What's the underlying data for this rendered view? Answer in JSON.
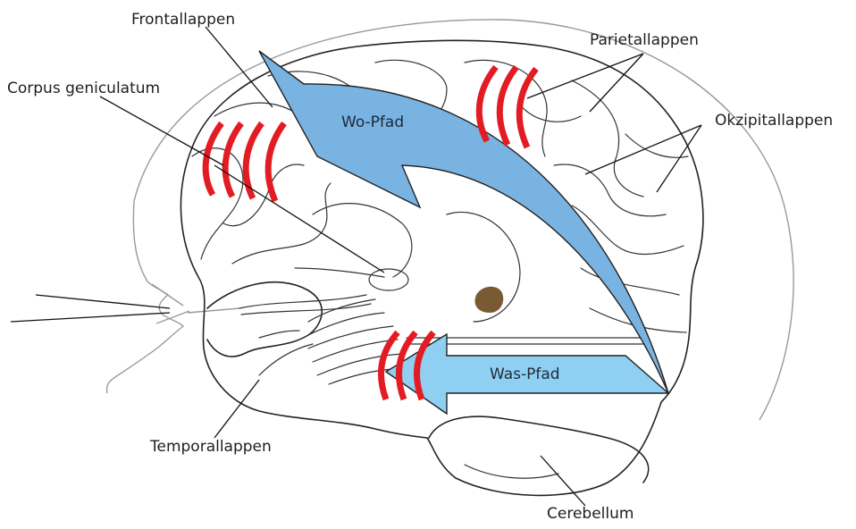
{
  "labels": {
    "frontal": "Frontallappen",
    "corpus": "Corpus geniculatum",
    "parietal": "Parietallappen",
    "okzipital": "Okzipitallappen",
    "temporal": "Temporallappen",
    "cerebellum": "Cerebellum"
  },
  "pathways": {
    "dorsal": "Wo-Pfad",
    "ventral": "Was-Pfad"
  },
  "colors": {
    "dorsal_arrow": "#79b3e2",
    "ventral_arrow": "#8fd0f2",
    "activation_waves": "#e31b23",
    "brainstem_nucleus": "#7a5a32",
    "outline": "#222222"
  }
}
